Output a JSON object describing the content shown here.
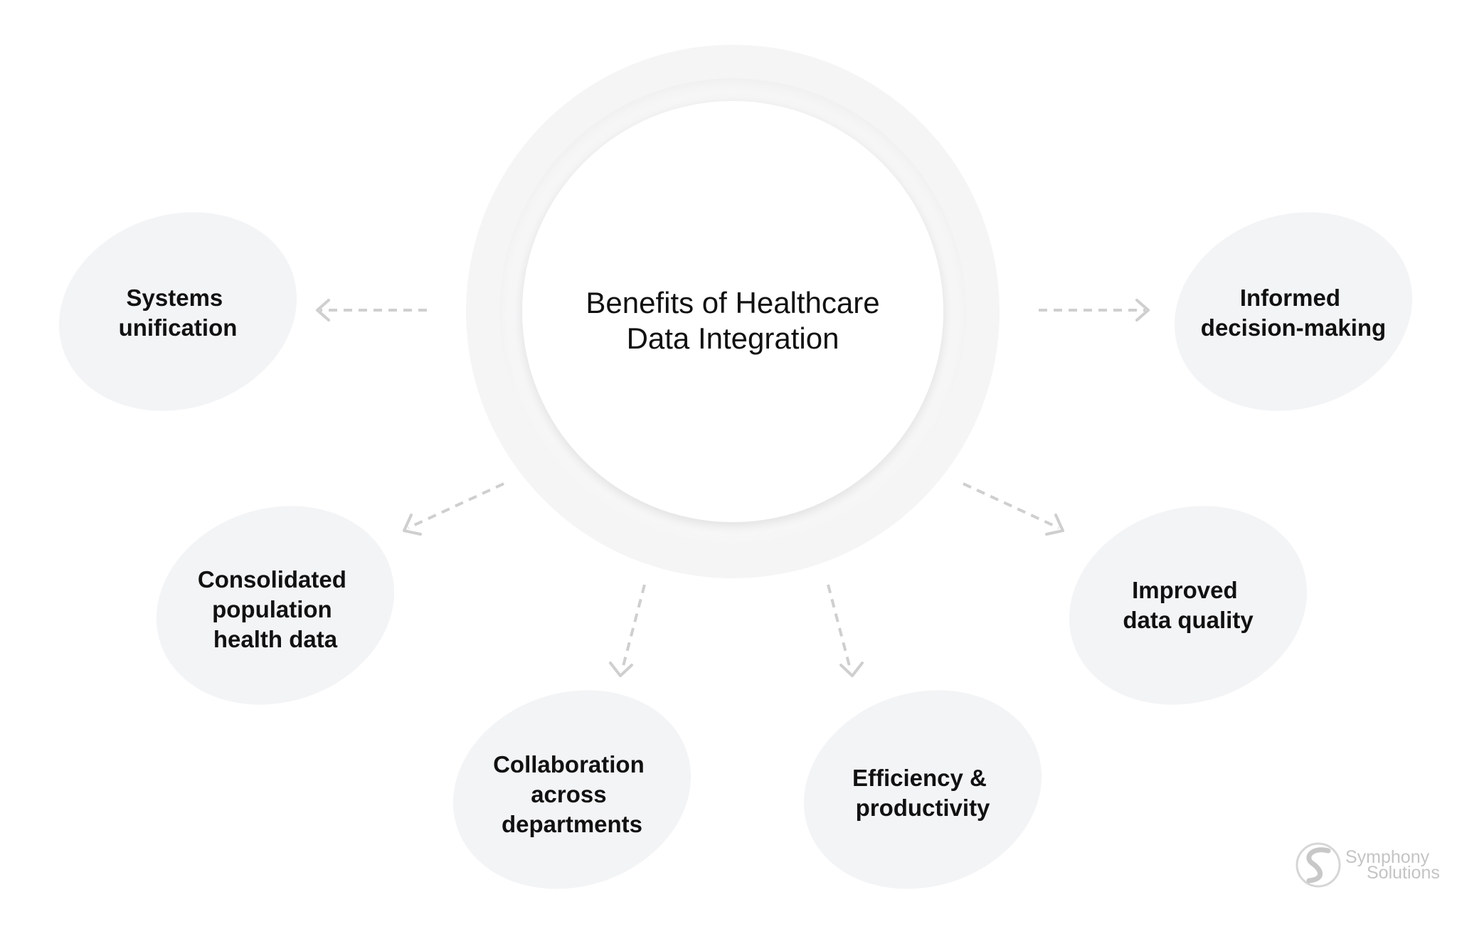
{
  "diagram": {
    "center": {
      "line1": "Benefits of Healthcare",
      "line2": "Data Integration"
    },
    "benefits": [
      {
        "id": "systems-unification",
        "lines": [
          "Systems",
          "unification"
        ]
      },
      {
        "id": "informed-decision-making",
        "lines": [
          "Informed",
          "decision-making"
        ]
      },
      {
        "id": "consolidated-population-health-data",
        "lines": [
          "Consolidated",
          "population",
          "health data"
        ]
      },
      {
        "id": "improved-data-quality",
        "lines": [
          "Improved",
          "data quality"
        ]
      },
      {
        "id": "collaboration-across-departments",
        "lines": [
          "Collaboration",
          "across",
          "departments"
        ]
      },
      {
        "id": "efficiency-productivity",
        "lines": [
          "Efficiency &",
          "productivity"
        ]
      }
    ],
    "colors": {
      "bubble_fill": "#f3f4f6",
      "outer_ring": "#f5f5f6",
      "center_fill": "#ffffff",
      "arrow": "#cfcfcf",
      "text": "#111111",
      "logo": "#c4c4c4"
    }
  },
  "logo": {
    "line1": "Symphony",
    "line2": "Solutions"
  }
}
